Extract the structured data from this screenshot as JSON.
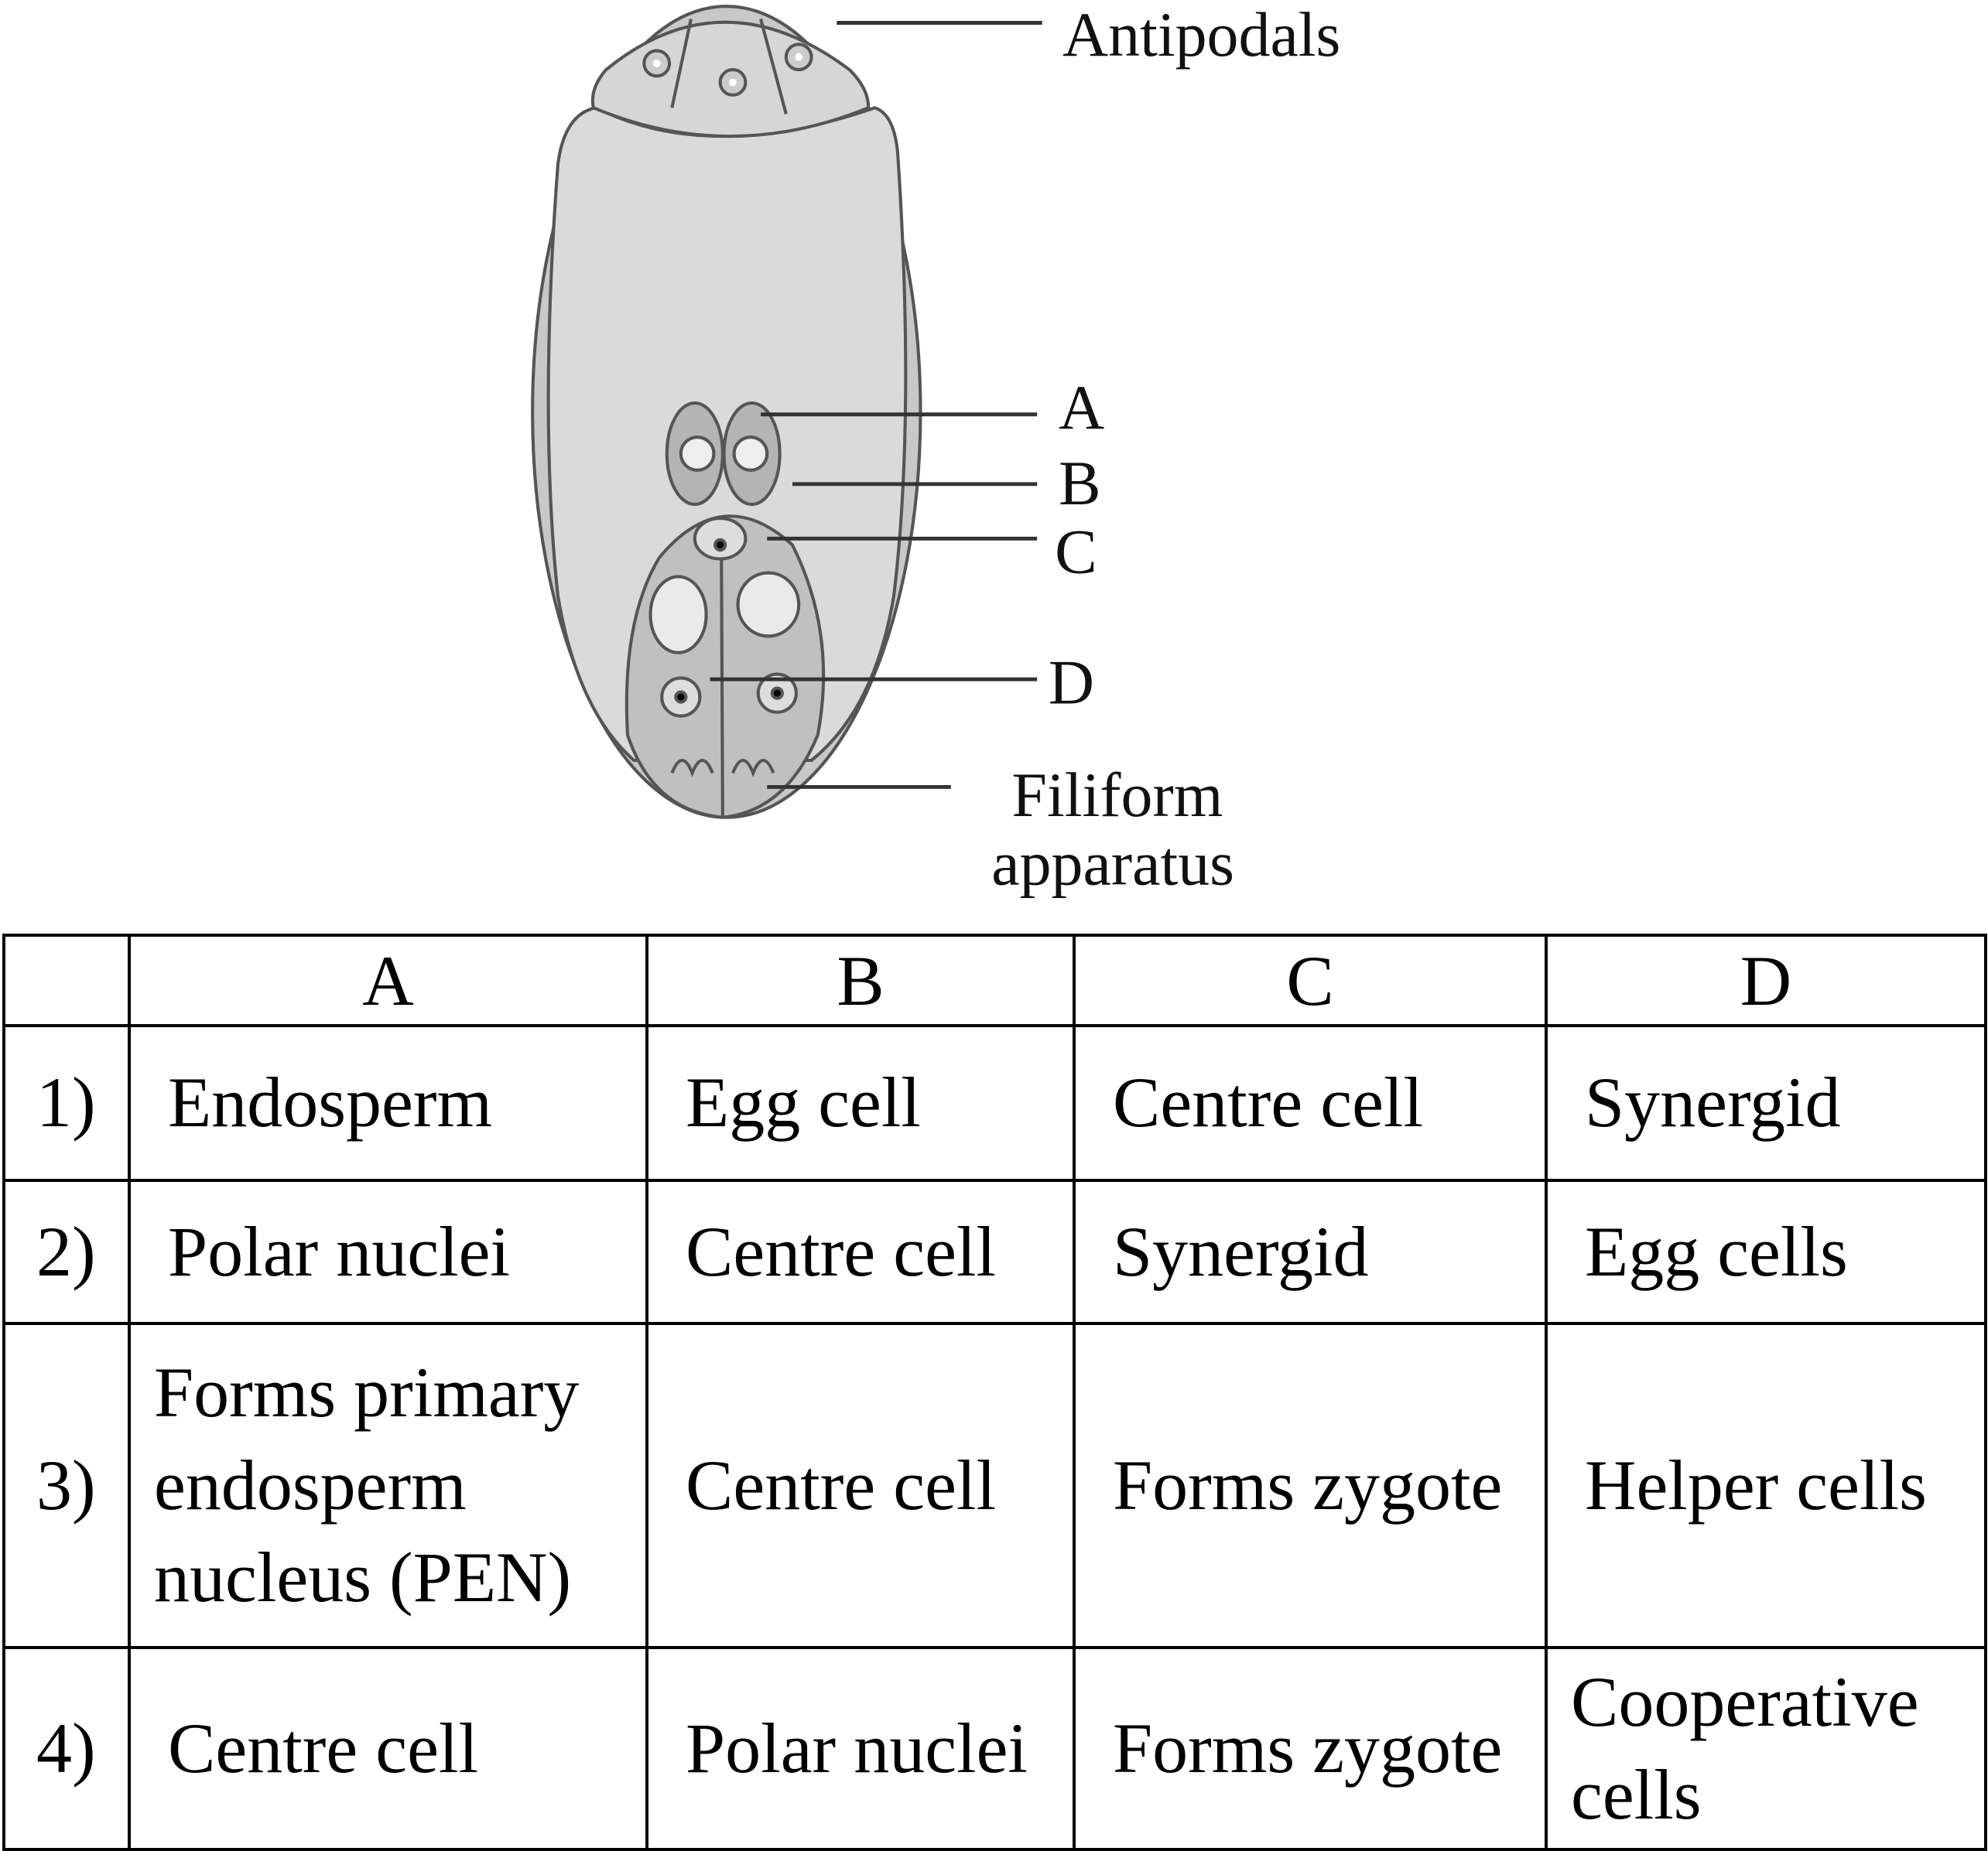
{
  "diagram": {
    "labels": {
      "antipodals": "Antipodals",
      "a": "A",
      "b": "B",
      "c": "C",
      "d": "D",
      "filiform_line1": "Filiform",
      "filiform_line2": "apparatus"
    },
    "colors": {
      "outer": "#c8c8c8",
      "inner": "#dadada",
      "cell": "#b4b4b4",
      "stroke": "#555555"
    }
  },
  "table": {
    "headers": [
      "",
      "A",
      "B",
      "C",
      "D"
    ],
    "rows": [
      {
        "num": "1)",
        "a": "Endosperm",
        "b": "Egg cell",
        "c": "Centre cell",
        "d": "Synergid"
      },
      {
        "num": "2)",
        "a": "Polar nuclei",
        "b": "Centre cell",
        "c": "Synergid",
        "d": "Egg cells"
      },
      {
        "num": "3)",
        "a": "Forms primary endosperm nucleus (PEN)",
        "b": "Centre cell",
        "c": "Forms zygote",
        "d": "Helper cells"
      },
      {
        "num": "4)",
        "a": "Centre cell",
        "b": "Polar nuclei",
        "c": "Forms zygote",
        "d": "Cooperative cells"
      }
    ]
  }
}
